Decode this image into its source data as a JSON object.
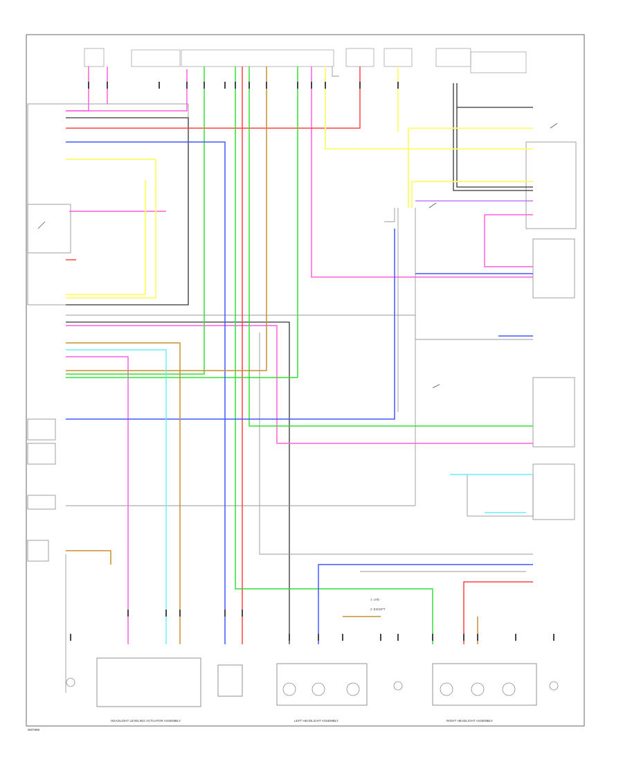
{
  "diagram": {
    "units": [
      {
        "id": "headlight-leveling-actuator",
        "label": "HEADLIGHT LEVELING ACTUATOR ASSEMBLY"
      },
      {
        "id": "left-headlight",
        "label": "LEFT HEADLIGHT ASSEMBLY"
      },
      {
        "id": "right-headlight",
        "label": "RIGHT HEADLIGHT ASSEMBLY"
      }
    ],
    "legend": {
      "item1": "1: LHD",
      "item2": "2: EXCEPT"
    },
    "footer_code": "W87869"
  },
  "wire_colors": {
    "pink": "#ff5fe0",
    "red": "#ff4040",
    "green": "#33dd33",
    "blue": "#4455ff",
    "yellow": "#ffff66",
    "orange": "#ff9a30",
    "brown": "#b8860b",
    "cyan": "#66f0ff",
    "black": "#333333",
    "gray": "#999999",
    "violet": "#b060ff"
  }
}
